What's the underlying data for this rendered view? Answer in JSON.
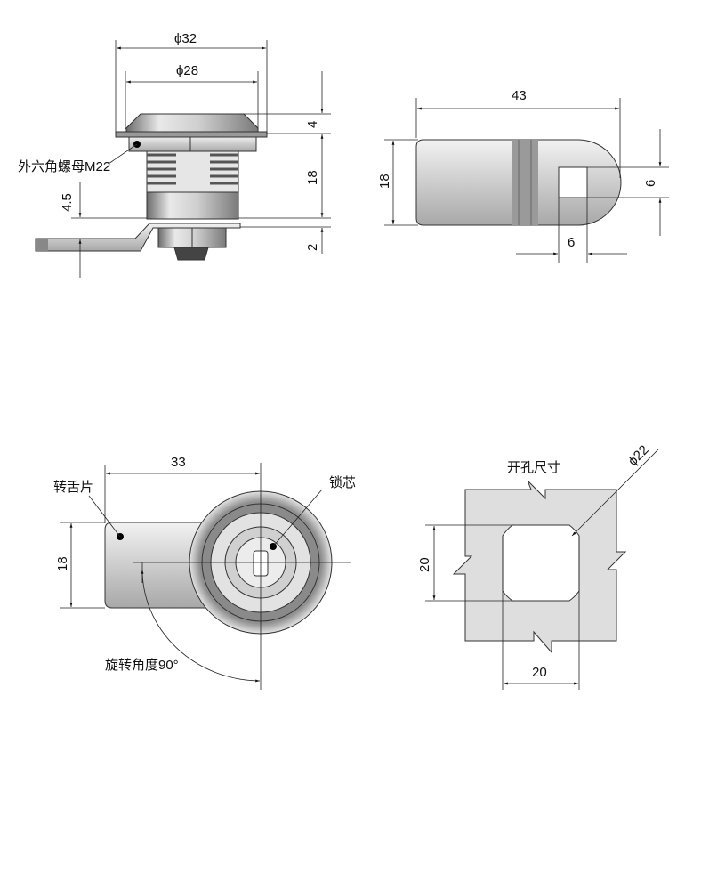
{
  "side_view": {
    "dia_outer": "ϕ32",
    "dia_inner": "ϕ28",
    "head_height": "4",
    "body_height": "18",
    "tongue_thickness": "2",
    "tongue_offset": "4.5",
    "nut_label": "外六角螺母M22"
  },
  "tongue_view": {
    "length": "43",
    "width": "18",
    "slot_height": "6",
    "slot_width": "6"
  },
  "front_view": {
    "tongue_length": "33",
    "tongue_width": "18",
    "tongue_label": "转舌片",
    "core_label": "锁芯",
    "rotation_label": "旋转角度90°"
  },
  "cutout_view": {
    "title": "开孔尺寸",
    "diameter": "ϕ22",
    "flat_width": "20",
    "flat_height": "20"
  }
}
